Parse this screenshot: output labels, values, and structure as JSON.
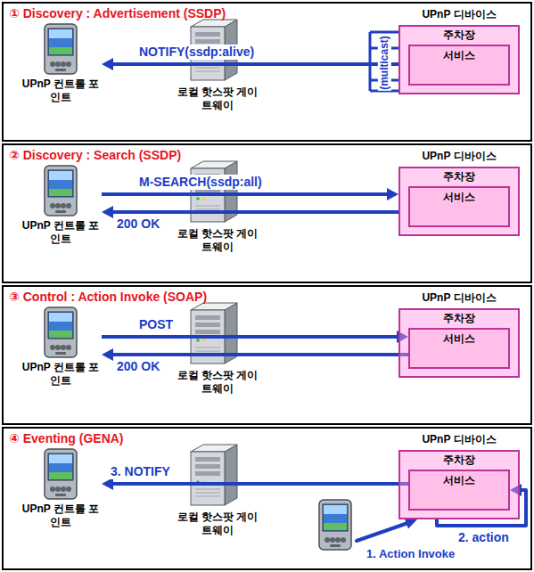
{
  "diagram": {
    "nodes": [
      {
        "text": [
          "① Discovery : Advertisement (SSDP)"
        ]
      },
      {
        "text": [
          "UPnP 컨트롤 포인트"
        ],
        "in": 0
      },
      {
        "text": [
          "로컬 핫스팟 게이트웨이"
        ],
        "in": 0
      },
      {
        "text": [
          "UPnP 디바이스",
          "주차장"
        ],
        "in": 0
      },
      {
        "text": [
          "서비스"
        ],
        "in": 3
      },
      {
        "text": [
          "② Discovery : Search (SSDP)"
        ]
      },
      {
        "text": [
          "UPnP 컨트롤 포인트"
        ],
        "in": 5
      },
      {
        "text": [
          "로컬 핫스팟 게이트웨이"
        ],
        "in": 5
      },
      {
        "text": [
          "UPnP 디바이스",
          "주차장"
        ],
        "in": 5
      },
      {
        "text": [
          "서비스"
        ],
        "in": 8
      },
      {
        "text": [
          "③ Control : Action Invoke (SOAP)"
        ]
      },
      {
        "text": [
          "UPnP 컨트롤 포인트"
        ],
        "in": 10
      },
      {
        "text": [
          "로컬 핫스팟 게이트웨이"
        ],
        "in": 10
      },
      {
        "text": [
          "UPnP 디바이스",
          "주차장"
        ],
        "in": 10
      },
      {
        "text": [
          "서비스"
        ],
        "in": 13
      },
      {
        "text": [
          "④ Eventing (GENA)"
        ]
      },
      {
        "text": [
          "UPnP 컨트롤 포인트"
        ],
        "in": 15
      },
      {
        "text": [
          "로컬 핫스팟 게이트웨이"
        ],
        "in": 15
      },
      {
        "text": [
          "UPnP 디바이스",
          "주차장"
        ],
        "in": 15
      },
      {
        "text": [
          "서비스"
        ],
        "in": 18
      }
    ],
    "edges": [
      {
        "from": 3,
        "to": 1,
        "arrow": "to",
        "label": "NOTIFY(ssdp:alive)"
      },
      {
        "from": 6,
        "to": 8,
        "arrow": "to",
        "label": "M-SEARCH(ssdp:all)"
      },
      {
        "from": 8,
        "to": 6,
        "arrow": "to",
        "label": "200 OK"
      },
      {
        "from": 11,
        "to": 14,
        "arrow": "to",
        "label": "POST"
      },
      {
        "from": 14,
        "to": 11,
        "arrow": "to",
        "label": "200 OK"
      },
      {
        "from": 19,
        "to": 16,
        "arrow": "to",
        "label": "3. NOTIFY"
      },
      {
        "from": 18,
        "to": 19,
        "arrow": "to",
        "label": "2. action"
      }
    ],
    "labels": [
      "(multicast)",
      "1. Action Invoke"
    ]
  }
}
